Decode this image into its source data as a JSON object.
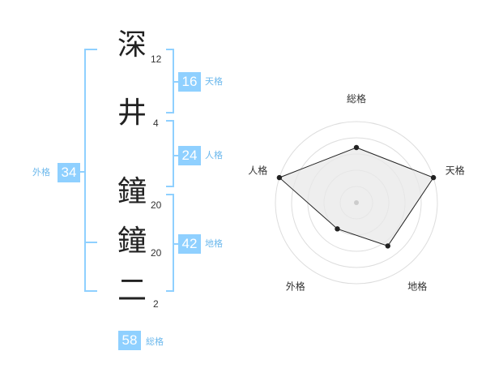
{
  "theme": {
    "accent": "#8fd0ff",
    "accent_text": "#6cb8ec",
    "radar_line": "#222222",
    "radar_fill": "#e8e8e8",
    "circle": "#dddddd"
  },
  "name": {
    "chars": [
      {
        "char": "深",
        "strokes": "12"
      },
      {
        "char": "井",
        "strokes": "4"
      },
      {
        "char": "鐘",
        "strokes": "20"
      },
      {
        "char": "鐘",
        "strokes": "20"
      },
      {
        "char": "二",
        "strokes": "2"
      }
    ]
  },
  "fortune": {
    "tenkaku": {
      "value": "16",
      "label": "天格"
    },
    "jinkaku": {
      "value": "24",
      "label": "人格"
    },
    "chikaku": {
      "value": "42",
      "label": "地格"
    },
    "gaikaku": {
      "value": "34",
      "label": "外格"
    },
    "soukaku": {
      "value": "58",
      "label": "総格"
    }
  },
  "chart_data": {
    "type": "radar",
    "axes": [
      "総格",
      "天格",
      "地格",
      "外格",
      "人格"
    ],
    "values": [
      0.68,
      1.0,
      0.66,
      0.4,
      1.0
    ],
    "max": 1.0,
    "grid": true
  }
}
